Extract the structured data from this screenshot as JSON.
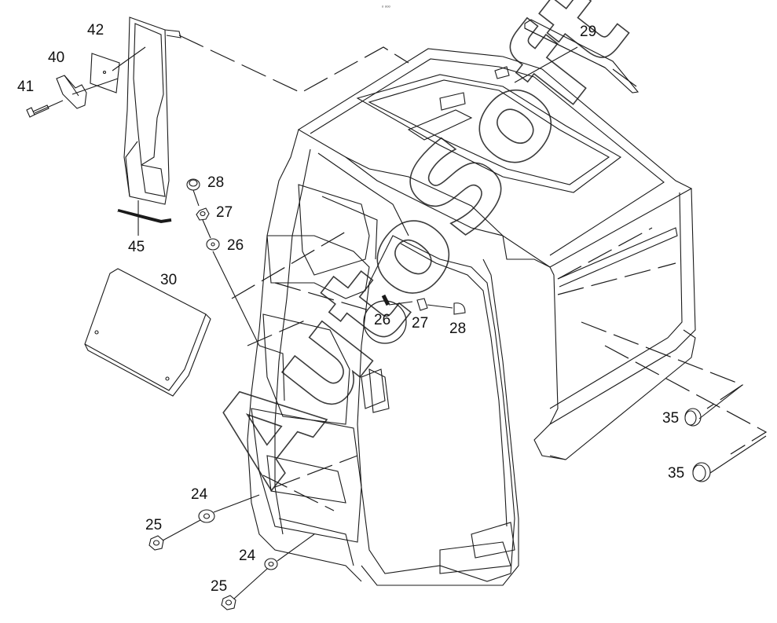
{
  "diagram": {
    "top_text": "ₒ ₒₒₒ",
    "watermark": "AutoSoft",
    "callouts": [
      {
        "id": "c42",
        "text": "42"
      },
      {
        "id": "c40",
        "text": "40"
      },
      {
        "id": "c41",
        "text": "41"
      },
      {
        "id": "c28a",
        "text": "28"
      },
      {
        "id": "c27a",
        "text": "27"
      },
      {
        "id": "c26a",
        "text": "26"
      },
      {
        "id": "c45",
        "text": "45"
      },
      {
        "id": "c30",
        "text": "30"
      },
      {
        "id": "c29",
        "text": "29"
      },
      {
        "id": "c26b",
        "text": "26"
      },
      {
        "id": "c27b",
        "text": "27"
      },
      {
        "id": "c28b",
        "text": "28"
      },
      {
        "id": "c35a",
        "text": "35"
      },
      {
        "id": "c35b",
        "text": "35"
      },
      {
        "id": "c24a",
        "text": "24"
      },
      {
        "id": "c25a",
        "text": "25"
      },
      {
        "id": "c24b",
        "text": "24"
      },
      {
        "id": "c25b",
        "text": "25"
      }
    ]
  }
}
